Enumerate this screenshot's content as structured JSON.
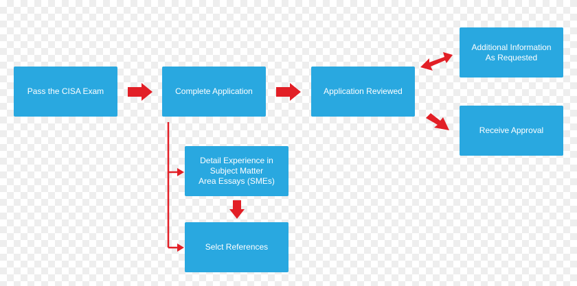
{
  "colors": {
    "box": "#29a8e0",
    "text": "#ffffff",
    "arrow": "#e21f26"
  },
  "nodes": {
    "pass_exam": "Pass the CISA Exam",
    "complete_app": "Complete Application",
    "app_reviewed": "Application Reviewed",
    "additional_info": "Additional Information\nAs Requested",
    "receive_approval": "Receive Approval",
    "detail_experience": "Detail Experience in\nSubject Matter\nArea Essays (SMEs)",
    "select_references": "Selct References"
  }
}
